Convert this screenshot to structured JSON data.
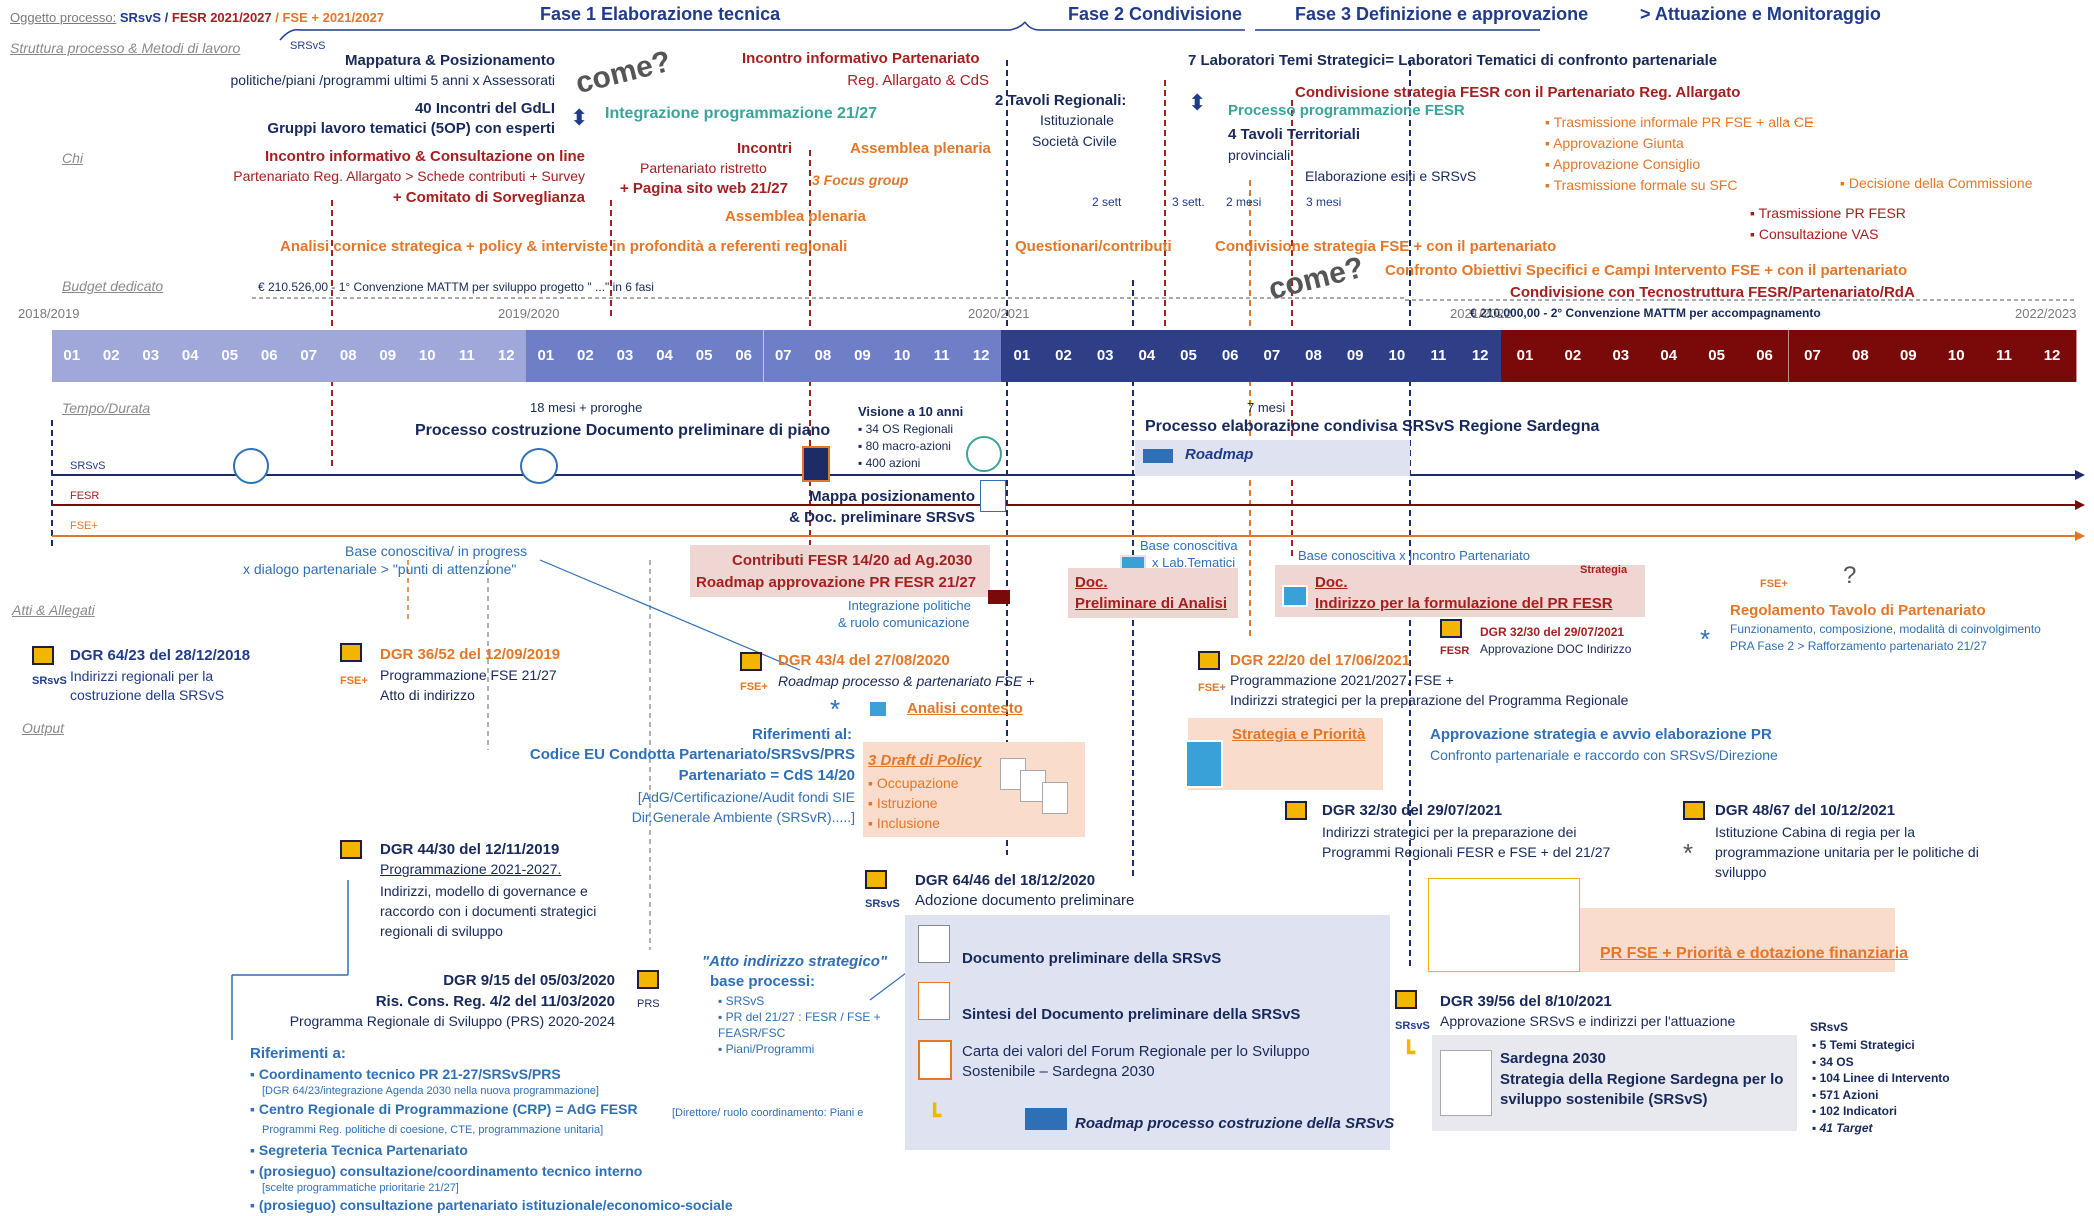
{
  "header": {
    "oggetto_label": "Oggetto processo:",
    "oggetto_srsvs": "SRsvS /",
    "oggetto_fesr": "FESR 2021/2027",
    "oggetto_fse": "/ FSE + 2021/2027",
    "struttura_label": "Struttura processo & Metodi di lavoro",
    "fase1": "Fase 1  Elaborazione tecnica",
    "fase2": "Fase 2  Condivisione",
    "fase3": "Fase 3 Definizione e approvazione",
    "fase4": "> Attuazione e Monitoraggio",
    "srsvs_tag": "SRSvS"
  },
  "side": {
    "chi": "Chi",
    "budget": "Budget dedicato",
    "tempo": "Tempo/Durata",
    "atti": "Atti & Allegati",
    "output": "Output"
  },
  "top": {
    "mappatura_title": "Mappatura & Posizionamento",
    "mappatura_sub": "politiche/piani /programmi ultimi 5 anni x Assessorati",
    "gdli_1": "40 Incontri del GdLI",
    "gdli_2": "Gruppi lavoro tematici (5OP) con esperti",
    "incontro_online_1": "Incontro informativo & Consultazione on line",
    "incontro_online_2": "Partenariato Reg. Allargato > Schede contributi + Survey",
    "incontro_online_3": "+ Comitato di Sorveglianza",
    "come1": "come?",
    "integrazione": "Integrazione programmazione 21/27",
    "incontro_inf_1": "Incontro  informativo Partenariato",
    "incontro_inf_2": "Reg. Allargato & CdS",
    "incontri_1": "Incontri",
    "incontri_2": "Partenariato ristretto",
    "incontri_3": "+ Pagina sito web 21/27",
    "assemblea1": "Assemblea plenaria",
    "focus": "3 Focus group",
    "assemblea2": "Assemblea plenaria",
    "tavoli_1": "2 Tavoli Regionali:",
    "tavoli_2": "Istituzionale",
    "tavoli_3": "Società Civile",
    "laboratori": "7 Laboratori Temi Strategici= Laboratori Tematici di confronto partenariale",
    "condivisione_fesr": "Condivisione strategia FESR  con il Partenariato Reg. Allargato",
    "processo_fesr": "Processo programmazione FESR",
    "tavoli_terr_1": "4 Tavoli Territoriali",
    "tavoli_terr_2": "provinciali",
    "elaborazione": "Elaborazione esiti e SRSvS",
    "sett1": "2 sett",
    "sett2": "3 sett.",
    "mesi1": "2 mesi",
    "mesi2": "3 mesi",
    "analisi": "Analisi cornice strategica + policy & interviste in profondità a referenti regionali",
    "questionari": "Questionari/contributi",
    "cond_fse": "Condivisione strategia FSE + con il partenariato",
    "come2": "come?",
    "confronto": "Confronto Obiettivi Specifici e Campi Intervento FSE + con il partenariato",
    "tecnostruttura": "Condivisione con Tecnostruttura FESR/Partenariato/RdA",
    "orange_list": [
      "Trasmissione informale PR FSE + alla CE",
      "Approvazione Giunta",
      "Approvazione Consiglio",
      "Trasmissione formale su SFC"
    ],
    "decisione": "Decisione della Commissione",
    "red_list": [
      "Trasmissione PR FESR",
      "Consultazione VAS"
    ]
  },
  "budget": {
    "b1": "€ 210.526,00 - 1° Convenzione MATTM per sviluppo progetto \" ...\" in 6 fasi",
    "b2": "€ 210.000,00 - 2° Convenzione MATTM per accompagnamento"
  },
  "timeline": {
    "years": [
      "2018/2019",
      "2019/2020",
      "2020/2021",
      "2021/2022",
      "2022/2023"
    ],
    "months": [
      "01",
      "02",
      "03",
      "04",
      "05",
      "06",
      "07",
      "08",
      "09",
      "10",
      "11",
      "12"
    ],
    "colors": [
      "#9fa8d8",
      "#6f7fc7",
      "#2e3f87",
      "#7a0a0a"
    ]
  },
  "middle": {
    "mesi18": "18 mesi + proroghe",
    "mesi7": "7 mesi",
    "processo_doc": "Processo costruzione Documento preliminare di piano",
    "visione": "Visione a 10 anni",
    "visione_list": [
      "34 OS Regionali",
      "80 macro-azioni",
      "400 azioni"
    ],
    "processo_srsvs": "Processo elaborazione condivisa SRSvS Regione Sardegna",
    "roadmap": "Roadmap",
    "line_srsvs": "SRSvS",
    "line_fesr": "FESR",
    "line_fse": "FSE+",
    "mappa_1": "Mappa posizionamento",
    "mappa_2": "& Doc. preliminare SRSvS",
    "base_1": "Base conoscitiva/ in progress",
    "base_2": "x dialogo partenariale > \"punti di attenzione\"",
    "contributi_1": "Contributi FESR 14/20 ad Ag.2030",
    "contributi_2": "Roadmap approvazione PR FESR 21/27",
    "integr_1": "Integrazione politiche",
    "integr_2": "& ruolo comunicazione",
    "base_lab_1": "Base conoscitiva",
    "base_lab_2": "x Lab.Tematici",
    "doc_prelim_1": "Doc.",
    "doc_prelim_2": "Preliminare di Analisi",
    "base_inc": "Base conoscitiva x incontro Partenariato",
    "strategia_tag": "Strategia",
    "doc_ind_1": "Doc.",
    "doc_ind_2": "Indirizzo per la formulazione del PR FESR",
    "fse_tag": "FSE+",
    "regolamento": "Regolamento Tavolo di Partenariato",
    "reg_sub_1": "Funzionamento, composizione, modalità di coinvolgimento",
    "reg_sub_2": "PRA Fase 2 > Rafforzamento partenariato 21/27"
  },
  "atti": {
    "dgr1_title": "DGR 64/23 del 28/12/2018",
    "dgr1_sub": "Indirizzi regionali per la costruzione della SRSvS",
    "dgr1_tag": "SRsvS",
    "dgr2_title": "DGR 36/52 del 12/09/2019",
    "dgr2_sub_1": "Programmazione FSE 21/27",
    "dgr2_sub_2": "Atto di indirizzo",
    "dgr2_tag": "FSE+",
    "dgr3_title": "DGR 43/4 del 27/08/2020",
    "dgr3_sub": "Roadmap processo & partenariato FSE +",
    "dgr3_tag": "FSE+",
    "analisi_contesto": "Analisi contesto",
    "riferimenti_1": "Riferimenti al:",
    "riferimenti_2": "Codice EU Condotta Partenariato/SRSvS/PRS",
    "riferimenti_3": "Partenariato = CdS  14/20",
    "riferimenti_4": "[AdG/Certificazione/Audit fondi SIE",
    "riferimenti_5": "Dir.Generale Ambiente (SRSvR).....]",
    "draft_title": "3 Draft di Policy",
    "draft_list": [
      "Occupazione",
      "Istruzione",
      "Inclusione"
    ],
    "dgr4_title": "DGR 22/20 del 17/06/2021",
    "dgr4_sub_1": "Programmazione 2021/2027. FSE +",
    "dgr4_sub_2": "Indirizzi strategici per la preparazione del Programma Regionale",
    "dgr4_tag": "FSE+",
    "strategia_priorita": "Strategia e Priorità",
    "fesr_dgr_title": "DGR 32/30 del 29/07/2021",
    "fesr_dgr_sub": "Approvazione DOC Indirizzo",
    "fesr_tag": "FESR",
    "approvazione_1": "Approvazione strategia e avvio elaborazione PR",
    "approvazione_2": "Confronto partenariale e raccordo con SRSvS/Direzione",
    "dgr5_title": "DGR 32/30 del 29/07/2021",
    "dgr5_sub": "Indirizzi strategici per la preparazione dei Programmi Regionali FESR e FSE + del 21/27",
    "dgr6_title": "DGR 48/67 del 10/12/2021",
    "dgr6_sub": "Istituzione Cabina di regia per la programmazione unitaria per le politiche di sviluppo",
    "dgr7_title": "DGR 44/30 del 12/11/2019",
    "dgr7_sub_1": "Programmazione 2021-2027.",
    "dgr7_sub_2": "Indirizzi, modello di governance e raccordo con i documenti strategici regionali di sviluppo",
    "dgr8_title": "DGR 64/46 del 18/12/2020",
    "dgr8_sub": "Adozione documento preliminare",
    "dgr8_tag": "SRsvS",
    "dgr9_1": "DGR 9/15 del 05/03/2020",
    "dgr9_2": "Ris. Cons. Reg. 4/2 del 11/03/2020",
    "dgr9_3": "Programma Regionale di Sviluppo (PRS) 2020-2024",
    "dgr9_tag": "PRS",
    "atto_1": "\"Atto indirizzo strategico\"",
    "atto_2": "base processi:",
    "atto_list": [
      "SRSvS",
      "PR del 21/27 : FESR / FSE + FEASR/FSC",
      "Piani/Programmi"
    ],
    "doc_list": [
      "Documento preliminare della SRSvS",
      "Sintesi del Documento preliminare della SRSvS",
      "Carta  dei valori del Forum Regionale per lo Sviluppo Sostenibile – Sardegna 2030",
      "Roadmap processo costruzione della SRSvS"
    ],
    "pr_fse": "PR FSE + Priorità e dotazione finanziaria",
    "dgr10_title": "DGR 39/56 del 8/10/2021",
    "dgr10_sub": "Approvazione SRSvS e indirizzi per l'attuazione",
    "dgr10_tag": "SRsvS",
    "sardegna_1": "Sardegna 2030",
    "sardegna_2": "Strategia della Regione Sardegna per lo sviluppo sostenibile  (SRSvS)",
    "srsvs_title": "SRsvS",
    "srsvs_list": [
      "5 Temi Strategici",
      "34 OS",
      "104 Linee di Intervento",
      "571 Azioni",
      "102 Indicatori",
      "41 Target"
    ],
    "rif_title": "Riferimenti a:",
    "rif_list": [
      "Coordinamento tecnico PR 21-27/SRSvS/PRS",
      "Centro Regionale di Programmazione (CRP) = AdG FESR",
      "Segreteria Tecnica Partenariato",
      "(prosieguo) consultazione/coordinamento tecnico interno",
      "(prosieguo) consultazione  partenariato istituzionale/economico-sociale"
    ],
    "rif_sub_1": "[DGR 64/23/integrazione Agenda 2030 nella nuova programmazione]",
    "rif_sub_2": "[Direttore/ ruolo coordinamento: Piani e Programmi Reg. politiche di coesione, CTE,  programmazione unitaria]",
    "rif_sub_4": "[scelte programmatiche prioritarie 21/27]"
  }
}
